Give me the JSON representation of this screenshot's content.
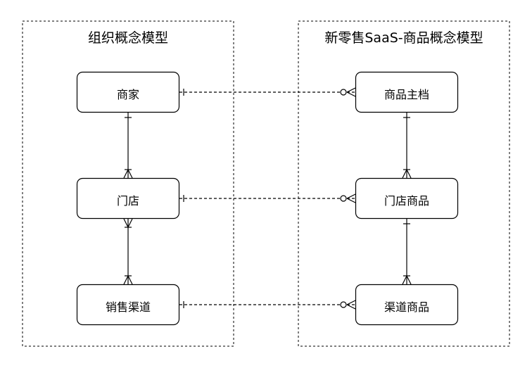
{
  "groups": [
    {
      "title": "组织概念模型"
    },
    {
      "title": "新零售SaaS-商品概念模型"
    }
  ],
  "entities": {
    "merchant": "商家",
    "store": "门店",
    "sales_channel": "销售渠道",
    "product_master": "商品主档",
    "store_product": "门店商品",
    "channel_product": "渠道商品"
  }
}
